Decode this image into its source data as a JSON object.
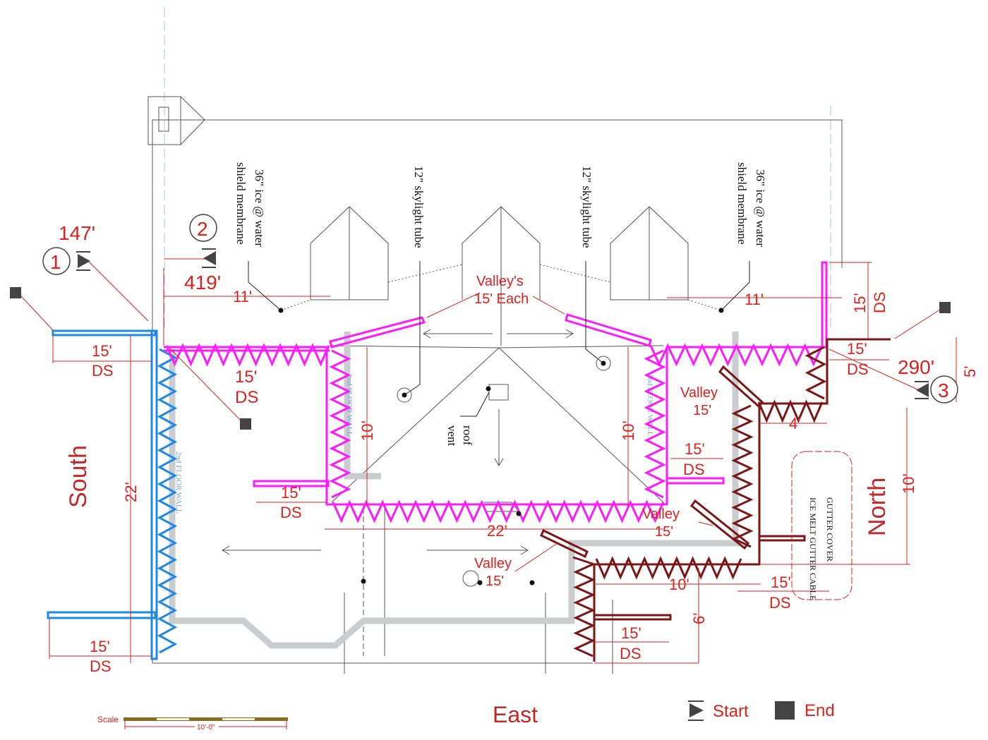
{
  "totals": {
    "run1": "147'",
    "run2": "419'",
    "run3": "290'"
  },
  "markers": {
    "one": "1",
    "two": "2",
    "three": "3"
  },
  "notes": {
    "ice_left_1": "36\" ice @ water",
    "ice_left_2": "shield membrane",
    "ice_right_1": "36\" ice @ water",
    "ice_right_2": "shield membrane",
    "skylight_left": "12\" skylight tube",
    "skylight_right": "12\" skylight tube",
    "roof_vent_1": "roof",
    "roof_vent_2": "vent",
    "gutter_cover": "GUTTER COVER",
    "ice_melt": "ICE MELT GUTTER CABLE",
    "wall_left": "2nd FLOOR WALL",
    "wall_right": "2nd FLOOR WALL",
    "wall_south": "2nd FLOOR WALL"
  },
  "directions": {
    "south": "South",
    "north": "North",
    "east": "East"
  },
  "dimensions": {
    "top_left_11": "11'",
    "top_right_11": "11'",
    "south_22": "22'",
    "bottom_22": "22'",
    "inner_left_10": "10'",
    "inner_right_10": "10'",
    "north_10": "10'",
    "lower_10": "10'",
    "four": "4'",
    "five": "5'",
    "six": "6'",
    "ds_len": "15'",
    "ds": "DS"
  },
  "valleys": {
    "each_1": "Valley's",
    "each_2": "15' Each",
    "valley": "Valley",
    "valley_len": "15'"
  },
  "legend": {
    "start": "Start",
    "end": "End",
    "scale": "Scale",
    "scale_len": "10'-0\""
  },
  "colors": {
    "zone_blue": "#1e88e5",
    "zone_magenta": "#ff19ff",
    "zone_brown": "#7b1616",
    "dimension_red": "#e0201c"
  }
}
